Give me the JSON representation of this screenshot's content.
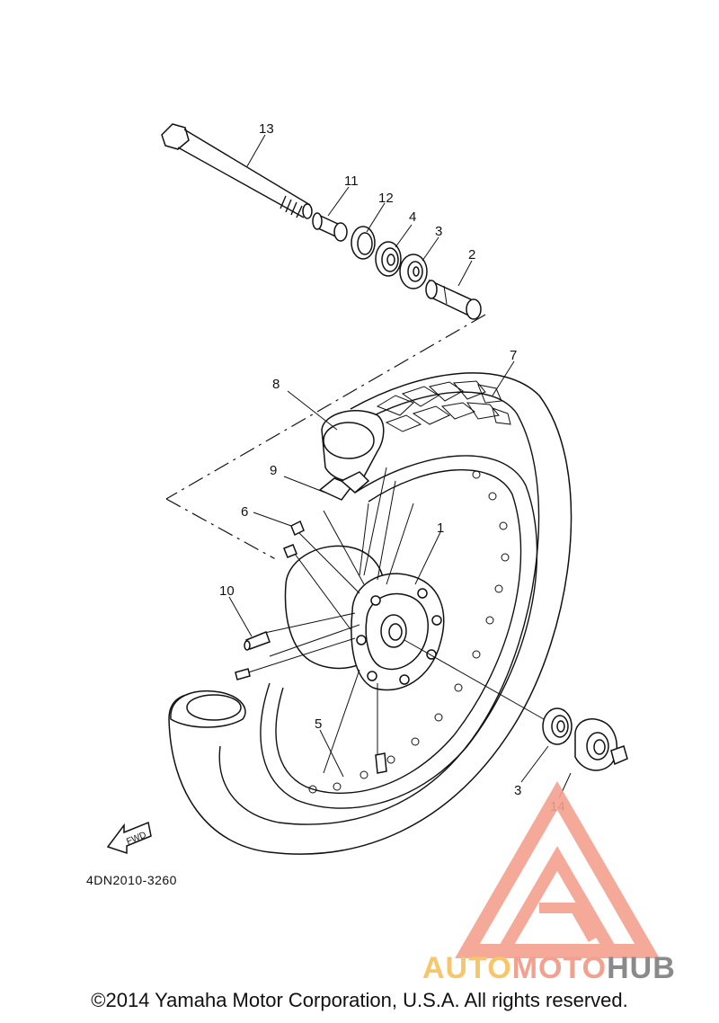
{
  "diagram": {
    "callouts": [
      {
        "id": "13",
        "label": "13"
      },
      {
        "id": "11",
        "label": "11"
      },
      {
        "id": "12",
        "label": "12"
      },
      {
        "id": "4",
        "label": "4"
      },
      {
        "id": "3a",
        "label": "3"
      },
      {
        "id": "2",
        "label": "2"
      },
      {
        "id": "7",
        "label": "7"
      },
      {
        "id": "8",
        "label": "8"
      },
      {
        "id": "9",
        "label": "9"
      },
      {
        "id": "6",
        "label": "6"
      },
      {
        "id": "1",
        "label": "1"
      },
      {
        "id": "10",
        "label": "10"
      },
      {
        "id": "5",
        "label": "5"
      },
      {
        "id": "3b",
        "label": "3"
      },
      {
        "id": "14",
        "label": "14"
      }
    ],
    "fwd_label": "FWD",
    "drawing_code": "4DN2010-3260"
  },
  "watermark": {
    "part1": "AUTO",
    "part2": "MOTO",
    "part3": "HUB",
    "color_primary": "#f4a08f",
    "color_secondary": "#f7c66a",
    "color_dark": "#8a8a8a"
  },
  "footer": {
    "copyright": "©2014 Yamaha Motor Corporation, U.S.A. All rights reserved."
  }
}
